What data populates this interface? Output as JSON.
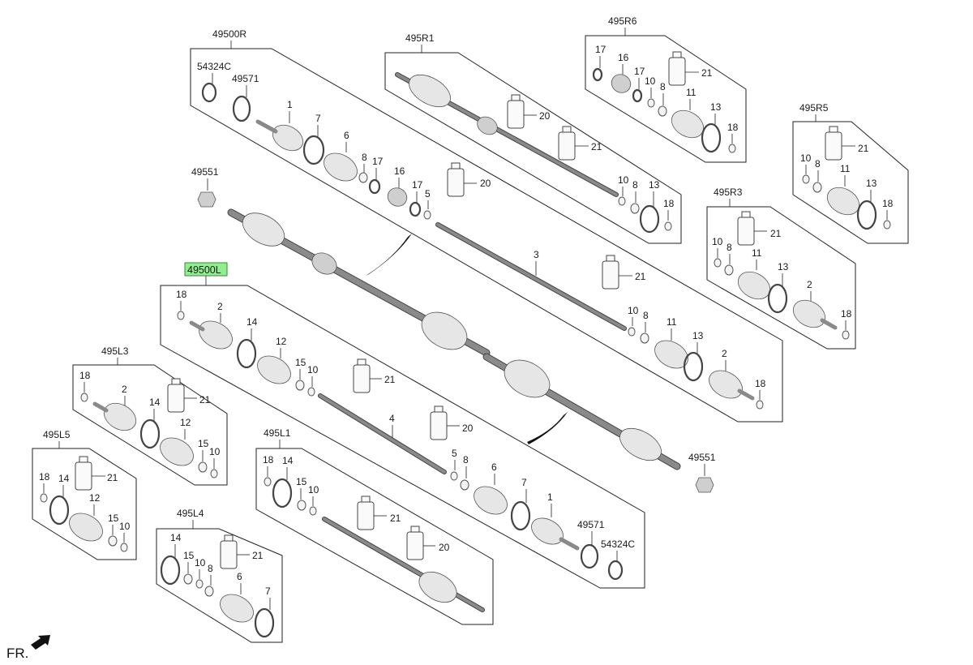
{
  "diagram": {
    "assemblies": {
      "right_shaft": "49500R",
      "left_shaft": "49500L",
      "r1": "495R1",
      "r6": "495R6",
      "r5": "495R5",
      "r3": "495R3",
      "l3": "495L3",
      "l5": "495L5",
      "l1": "495L1",
      "l4": "495L4"
    },
    "standalone": {
      "nut_top": "49551",
      "nut_bottom": "49551"
    },
    "highlight_color": "#90ee90",
    "orientation_label": "FR."
  },
  "callouts": {
    "r": [
      "54324C",
      "49571",
      "1",
      "7",
      "6",
      "8",
      "17",
      "16",
      "17",
      "5",
      "20"
    ],
    "r_lower": [
      "3",
      "21",
      "10",
      "8",
      "11",
      "13",
      "2",
      "18"
    ],
    "r1": [
      "20",
      "21",
      "10",
      "8",
      "13",
      "18"
    ],
    "r6": [
      "17",
      "16",
      "17",
      "10",
      "8",
      "21",
      "11",
      "13",
      "18"
    ],
    "r5": [
      "21",
      "10",
      "8",
      "11",
      "13",
      "18"
    ],
    "r3": [
      "21",
      "10",
      "8",
      "11",
      "13",
      "2",
      "18"
    ],
    "l": [
      "18",
      "2",
      "14",
      "12",
      "15",
      "10",
      "21",
      "4",
      "20",
      "5",
      "8",
      "6",
      "7",
      "1",
      "49571",
      "54324C"
    ],
    "l3": [
      "18",
      "2",
      "21",
      "14",
      "12",
      "15",
      "10"
    ],
    "l5": [
      "18",
      "14",
      "21",
      "12",
      "15",
      "10"
    ],
    "l1": [
      "18",
      "14",
      "15",
      "10",
      "21",
      "20"
    ],
    "l4": [
      "14",
      "21",
      "15",
      "10",
      "8",
      "6",
      "7"
    ]
  }
}
